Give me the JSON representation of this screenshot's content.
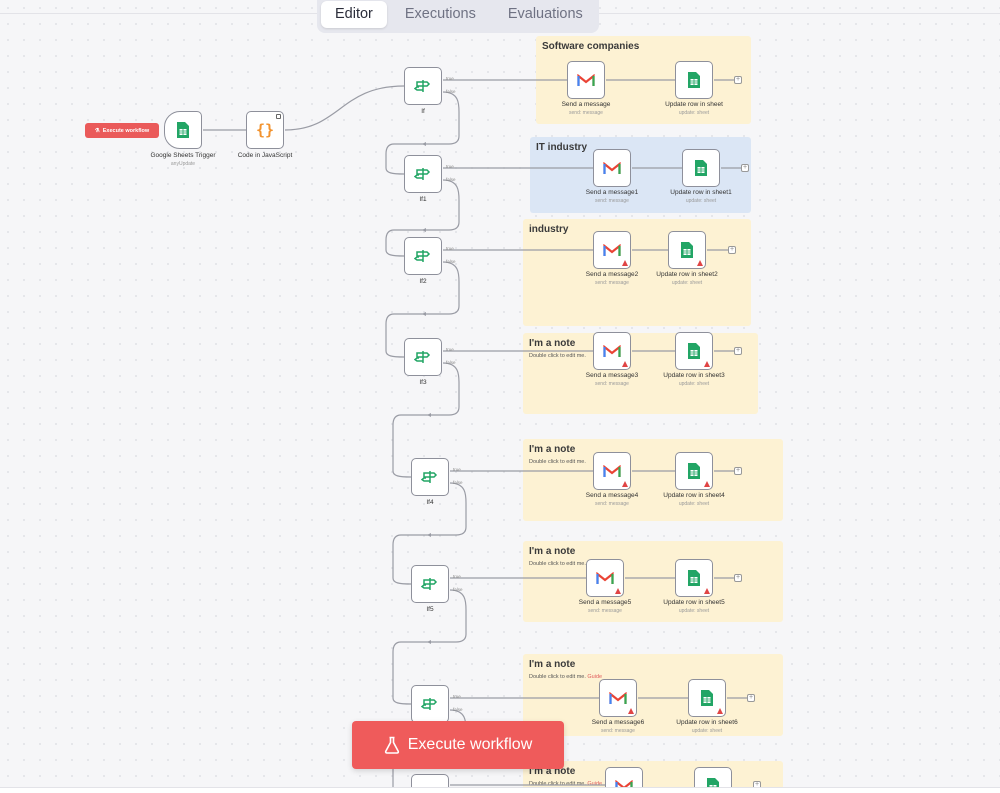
{
  "tabs": [
    {
      "label": "Editor",
      "active": true
    },
    {
      "label": "Executions",
      "active": false
    },
    {
      "label": "Evaluations",
      "active": false
    }
  ],
  "execute_small_label": "Execute workflow",
  "execute_big_label": "Execute workflow",
  "trigger": {
    "name": "Google Sheets Trigger",
    "sub": "anyUpdate"
  },
  "code": {
    "name": "Code in JavaScript"
  },
  "port_labels": {
    "true": "true",
    "false": "false"
  },
  "if_nodes": [
    "If",
    "If1",
    "If2",
    "If3",
    "If4",
    "If5"
  ],
  "stickies": [
    {
      "title": "Software companies",
      "sub": ""
    },
    {
      "title": "IT industry",
      "sub": ""
    },
    {
      "title": "industry",
      "sub": ""
    },
    {
      "title": "I'm a note",
      "sub": "Double click to edit me."
    },
    {
      "title": "I'm a note",
      "sub": "Double click to edit me."
    },
    {
      "title": "I'm a note",
      "sub": "Double click to edit me."
    },
    {
      "title": "I'm a note",
      "sub": "Double click to edit me.",
      "guide": "Guide"
    },
    {
      "title": "I'm a note",
      "sub": "Double click to edit me.",
      "guide": "Guide"
    }
  ],
  "rows": [
    {
      "gmail": "Send a message",
      "gmail_sub": "send: message",
      "sheet": "Update row in sheet",
      "sheet_sub": "update: sheet"
    },
    {
      "gmail": "Send a message1",
      "gmail_sub": "send: message",
      "sheet": "Update row in sheet1",
      "sheet_sub": "update: sheet"
    },
    {
      "gmail": "Send a message2",
      "gmail_sub": "send: message",
      "sheet": "Update row in sheet2",
      "sheet_sub": "update: sheet"
    },
    {
      "gmail": "Send a message3",
      "gmail_sub": "send: message",
      "sheet": "Update row in sheet3",
      "sheet_sub": "update: sheet"
    },
    {
      "gmail": "Send a message4",
      "gmail_sub": "send: message",
      "sheet": "Update row in sheet4",
      "sheet_sub": "update: sheet"
    },
    {
      "gmail": "Send a message5",
      "gmail_sub": "send: message",
      "sheet": "Update row in sheet5",
      "sheet_sub": "update: sheet"
    },
    {
      "gmail": "Send a message6",
      "gmail_sub": "send: message",
      "sheet": "Update row in sheet6",
      "sheet_sub": "update: sheet"
    }
  ],
  "colors": {
    "accent": "#ef5b5b",
    "sticky": "#fdf2d3",
    "sticky_blue": "#dbe6f5",
    "wire": "#9a9ca5"
  }
}
